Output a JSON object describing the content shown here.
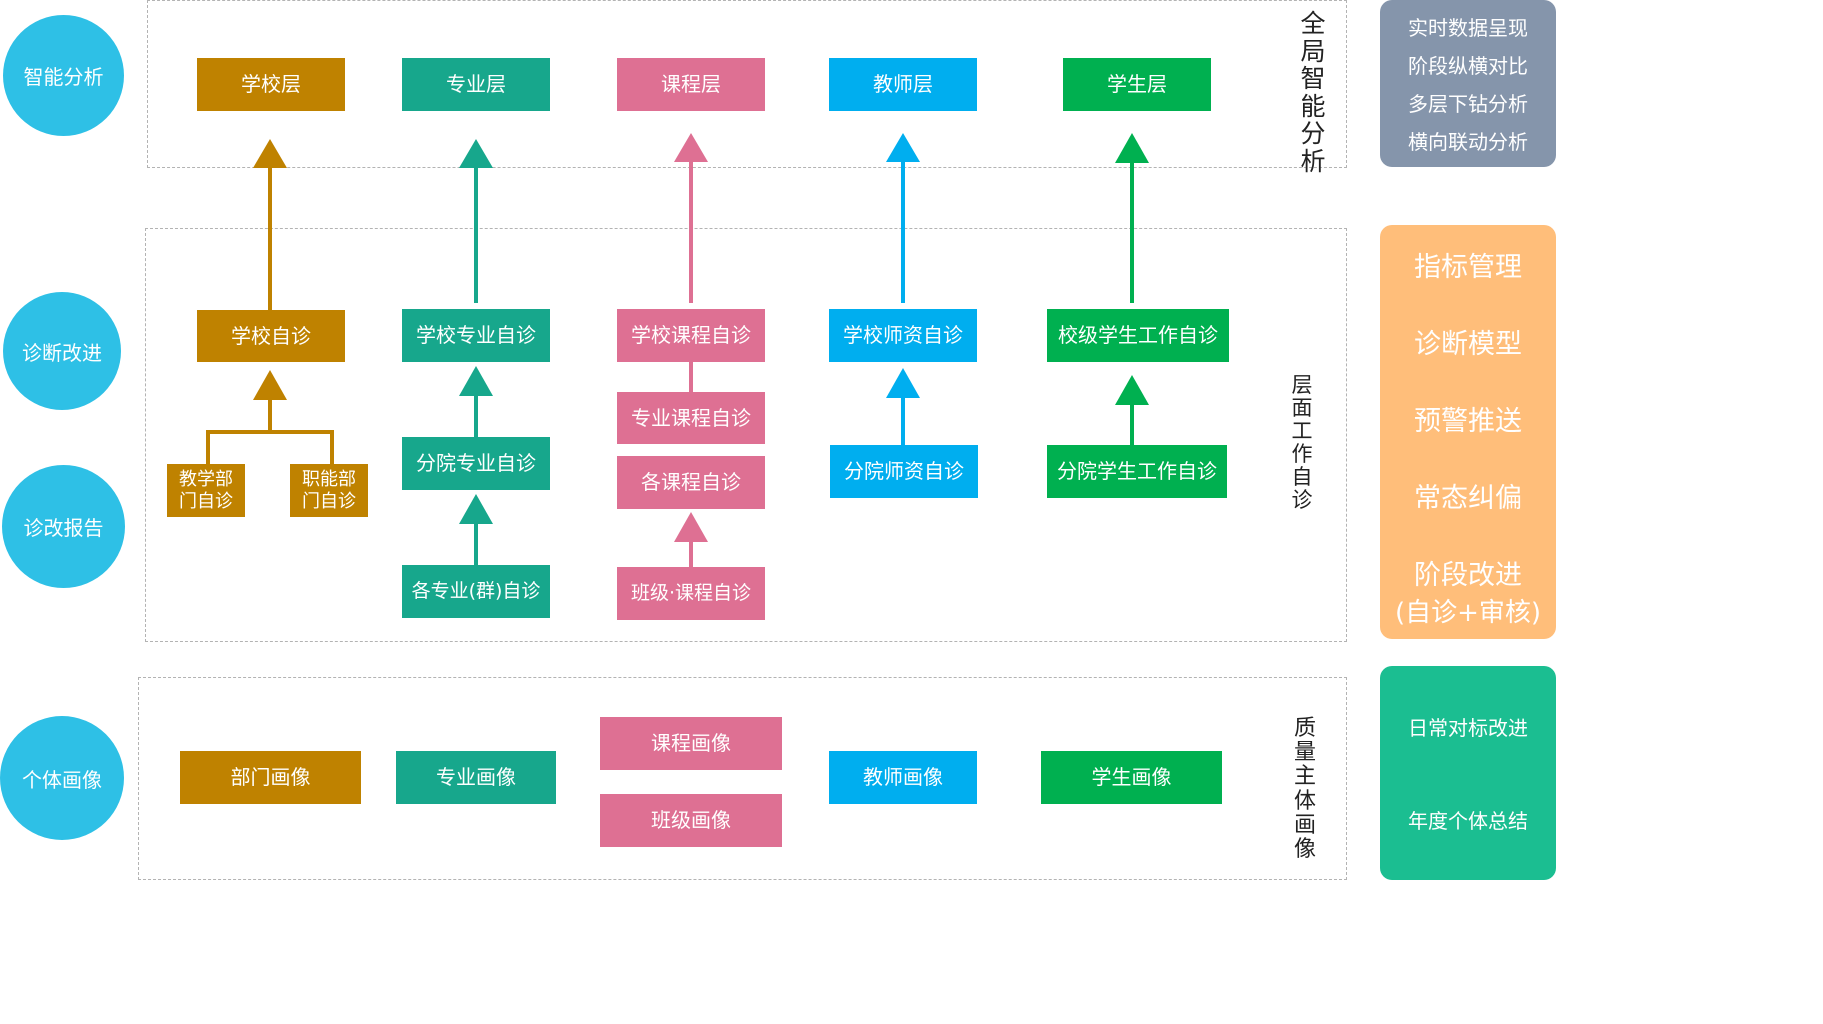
{
  "colors": {
    "school": "#BF8200",
    "major": "#17A78C",
    "course": "#DE7093",
    "teacher": "#00AEEF",
    "student": "#00B050",
    "circle": "#2EC0E6",
    "panel_gray": "#8595AB",
    "panel_orange": "#FFBE7A",
    "panel_green": "#1BBE91"
  },
  "circles": {
    "smart": "智能分析",
    "diagnose": "诊断改进",
    "report": "诊改报告",
    "portrait": "个体画像"
  },
  "section_labels": {
    "global": "全局智能分析",
    "level": "层面工作自诊",
    "quality": "质量主体画像"
  },
  "top_layers": {
    "school": "学校层",
    "major": "专业层",
    "course": "课程层",
    "teacher": "教师层",
    "student": "学生层"
  },
  "middle": {
    "school_self": "学校自诊",
    "teaching_dept": "教学部门自诊",
    "function_dept": "职能部门自诊",
    "school_major": "学校专业自诊",
    "branch_major": "分院专业自诊",
    "each_major": "各专业(群)自诊",
    "school_course": "学校课程自诊",
    "major_course": "专业课程自诊",
    "each_course": "各课程自诊",
    "class_course": "班级·课程自诊",
    "school_teacher": "学校师资自诊",
    "branch_teacher": "分院师资自诊",
    "school_student": "校级学生工作自诊",
    "branch_student": "分院学生工作自诊"
  },
  "bottom": {
    "dept": "部门画像",
    "major": "专业画像",
    "course": "课程画像",
    "class": "班级画像",
    "teacher": "教师画像",
    "student": "学生画像"
  },
  "panels": {
    "gray": [
      "实时数据呈现",
      "阶段纵横对比",
      "多层下钻分析",
      "横向联动分析"
    ],
    "orange": [
      "指标管理",
      "诊断模型",
      "预警推送",
      "常态纠偏",
      "阶段改进",
      "(自诊+审核)"
    ],
    "green": [
      "日常对标改进",
      "年度个体总结"
    ]
  }
}
